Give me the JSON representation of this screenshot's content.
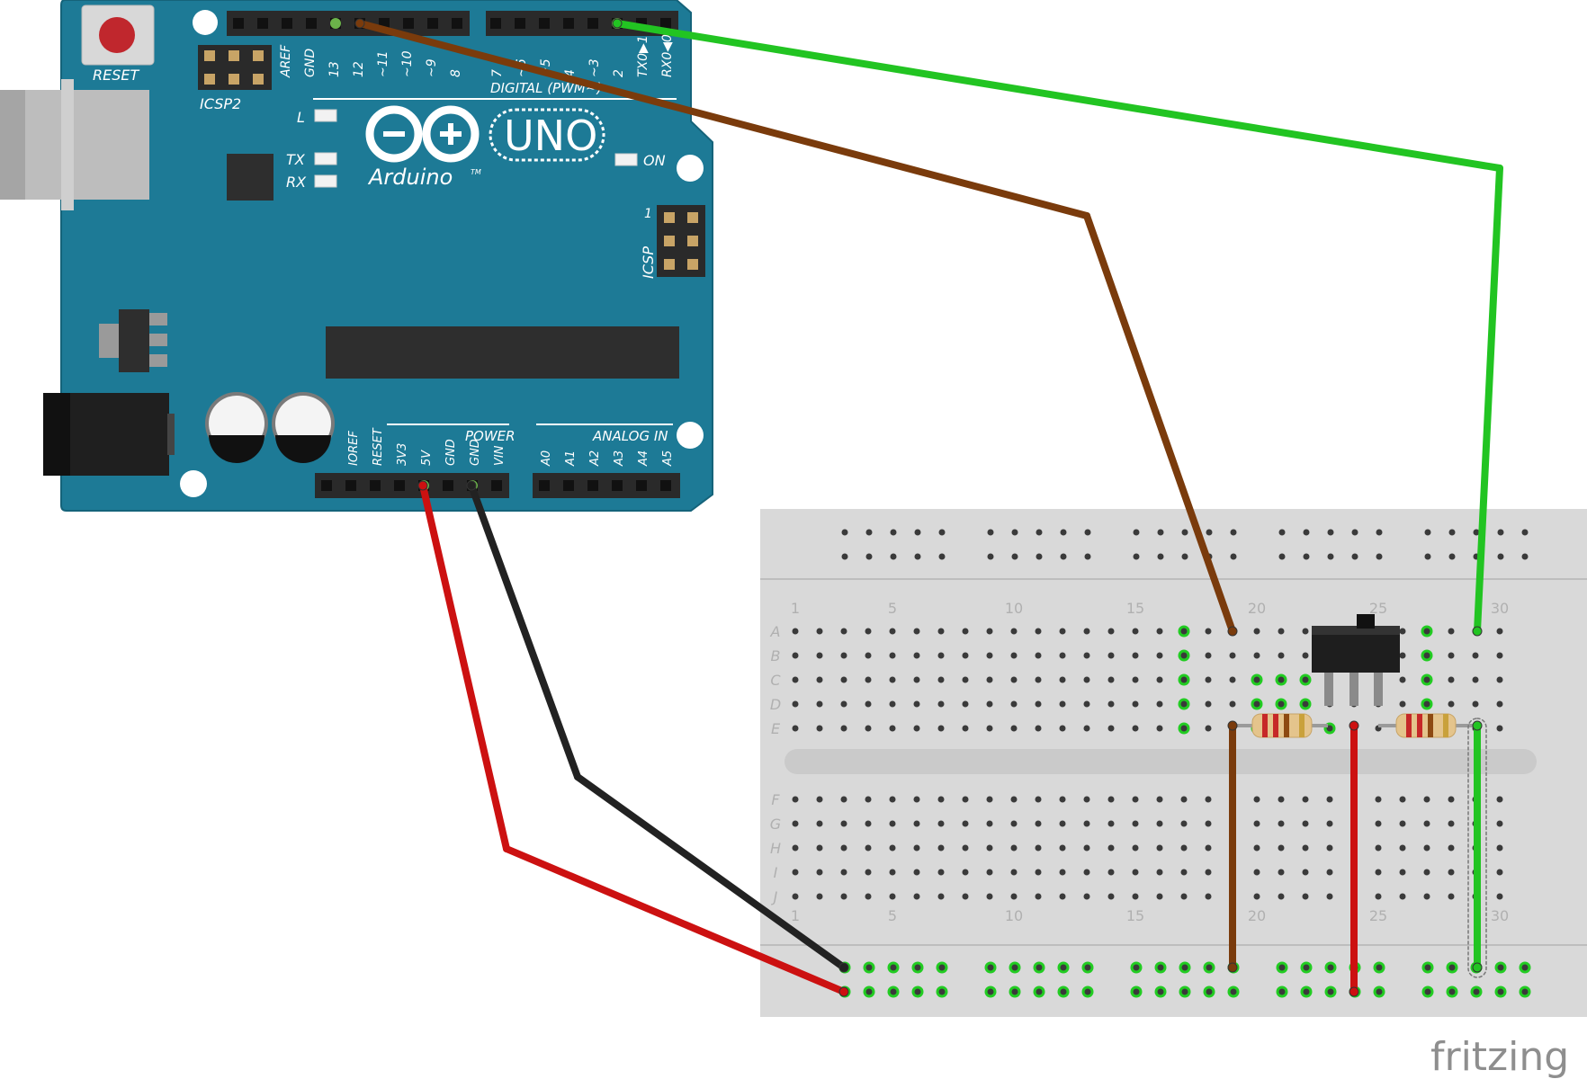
{
  "arduino": {
    "reset_label": "RESET",
    "icsp2_label": "ICSP2",
    "icsp_label": "ICSP",
    "icsp_pin1": "1",
    "logo_uno": "UNO",
    "logo_brand": "Arduino",
    "logo_tm": "TM",
    "led_l": "L",
    "led_tx": "TX",
    "led_rx": "RX",
    "led_on": "ON",
    "digital_header": "DIGITAL (PWM~)",
    "power_header": "POWER",
    "analog_header": "ANALOG IN",
    "top_pins": [
      "AREF",
      "GND",
      "13",
      "12",
      "~11",
      "~10",
      "~9",
      "8",
      "7",
      "~6",
      "~5",
      "4",
      "~3",
      "2",
      "TX0▶1",
      "RX0◀0"
    ],
    "power_pins": [
      "IOREF",
      "RESET",
      "3V3",
      "5V",
      "GND",
      "GND",
      "VIN"
    ],
    "analog_pins": [
      "A0",
      "A1",
      "A2",
      "A3",
      "A4",
      "A5"
    ],
    "colors": {
      "board": "#1d7a96",
      "board_edge": "#15637a",
      "header": "#2a2a2a",
      "silk": "#ffffff",
      "reset_button": "#c0272d"
    }
  },
  "breadboard": {
    "column_numbers": [
      "1",
      "5",
      "10",
      "15",
      "20",
      "25",
      "30"
    ],
    "row_labels_top": [
      "A",
      "B",
      "C",
      "D",
      "E"
    ],
    "row_labels_bottom": [
      "F",
      "G",
      "H",
      "I",
      "J"
    ],
    "colors": {
      "body": "#d9d9d9",
      "hole": "#3a3a3a",
      "active": "#22cc22",
      "label": "#b0b0b0"
    }
  },
  "components": [
    {
      "name": "resistor-1",
      "bands": [
        "#c62828",
        "#c62828",
        "#8d4a12",
        "#c9a13b"
      ]
    },
    {
      "name": "resistor-2",
      "bands": [
        "#c62828",
        "#c62828",
        "#8d4a12",
        "#c9a13b"
      ]
    },
    {
      "name": "slide-switch"
    }
  ],
  "wires": [
    {
      "name": "wire-pin12",
      "color": "#7a3b0c"
    },
    {
      "name": "wire-pin2",
      "color": "#22c422"
    },
    {
      "name": "wire-5v",
      "color": "#cc1111"
    },
    {
      "name": "wire-gnd",
      "color": "#222222"
    },
    {
      "name": "jumper-brown-gnd",
      "color": "#7a3b0c"
    },
    {
      "name": "jumper-red-5v",
      "color": "#cc1111"
    },
    {
      "name": "jumper-green",
      "color": "#22c422"
    }
  ],
  "watermark": "fritzing"
}
